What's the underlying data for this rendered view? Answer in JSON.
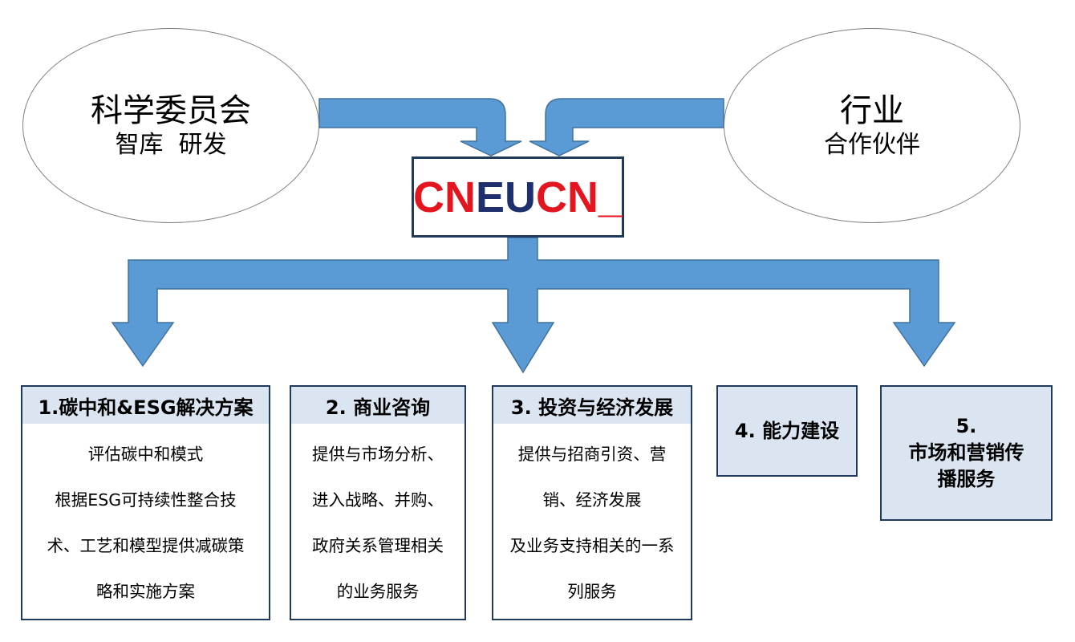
{
  "nodes": {
    "science": {
      "title": "科学委员会",
      "subtitle": "智库  研发"
    },
    "industry": {
      "title": "行业",
      "subtitle": "合作伙伴"
    },
    "hub": {
      "part1": "CN",
      "part2": "EU",
      "part3": "CN",
      "suffix": "_"
    }
  },
  "cards": [
    {
      "title": "1.碳中和&ESG解决方案",
      "lines": [
        "评估碳中和模式",
        "根据ESG可持续性整合技",
        "术、工艺和模型提供减碳策",
        "略和实施方案"
      ]
    },
    {
      "title": "2. 商业咨询",
      "lines": [
        "提供与市场分析、",
        "进入战略、并购、",
        "政府关系管理相关",
        "的业务服务"
      ]
    },
    {
      "title": "3. 投资与经济发展",
      "lines": [
        "提供与招商引资、营",
        "销、经济发展",
        "及业务支持相关的一系",
        "列服务"
      ]
    }
  ],
  "boxes": [
    {
      "lines": [
        "4. 能力建设"
      ]
    },
    {
      "lines": [
        "5.",
        "市场和营销传",
        "播服务"
      ]
    }
  ],
  "colors": {
    "arrow_fill": "#5b9bd5",
    "arrow_stroke": "#41719c",
    "card_border": "#1f3a5a",
    "header_fill": "#dbe5f1",
    "hub_red": "#e3151e",
    "hub_navy": "#1f2f6e",
    "ellipse_stroke": "#7f7f7f"
  }
}
